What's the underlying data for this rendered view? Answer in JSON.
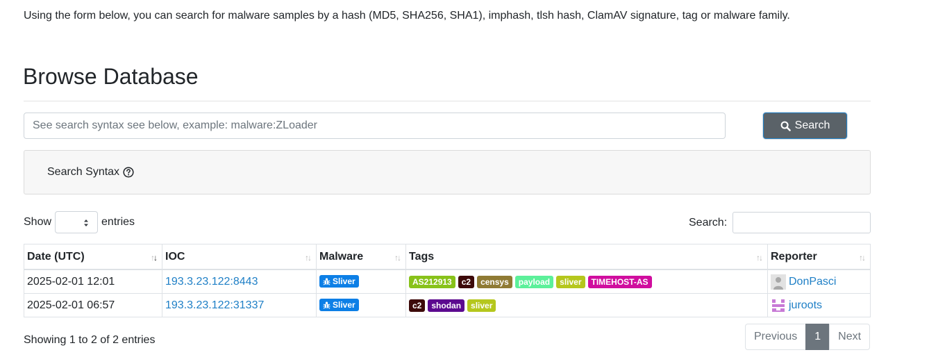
{
  "intro_text": "Using the form below, you can search for malware samples by a hash (MD5, SHA256, SHA1), imphash, tlsh hash, ClamAV signature, tag or malware family.",
  "heading": "Browse Database",
  "search": {
    "placeholder": "See search syntax see below, example: malware:ZLoader",
    "button_label": "Search"
  },
  "syntax_panel": {
    "label": "Search Syntax"
  },
  "length_control": {
    "prefix": "Show",
    "suffix": "entries",
    "selected": ""
  },
  "filter": {
    "label": "Search:",
    "value": ""
  },
  "table": {
    "columns": [
      "Date (UTC)",
      "IOC",
      "Malware",
      "Tags",
      "Reporter"
    ],
    "sorted_column": "Date (UTC)",
    "sort_direction": "descending",
    "rows": [
      {
        "date": "2025-02-01 12:01",
        "ioc": "193.3.23.122:8443",
        "malware": "Sliver",
        "tags": [
          {
            "text": "AS212913",
            "color": "#88c21a"
          },
          {
            "text": "c2",
            "color": "#3d0a0a"
          },
          {
            "text": "censys",
            "color": "#8f7a34"
          },
          {
            "text": "payload",
            "color": "#5cf09a"
          },
          {
            "text": "sliver",
            "color": "#b5c71d"
          },
          {
            "text": "TIMEHOST-AS",
            "color": "#d00d9e"
          }
        ],
        "reporter": "DonPasci",
        "reporter_avatar": "default-user-avatar"
      },
      {
        "date": "2025-02-01 06:57",
        "ioc": "193.3.23.122:31337",
        "malware": "Sliver",
        "tags": [
          {
            "text": "c2",
            "color": "#3d0a0a"
          },
          {
            "text": "shodan",
            "color": "#5c0a8f"
          },
          {
            "text": "sliver",
            "color": "#b5c71d"
          }
        ],
        "reporter": "juroots",
        "reporter_avatar": "pixel-identicon-avatar"
      }
    ]
  },
  "summary": "Showing 1 to 2 of 2 entries",
  "pagination": {
    "previous": "Previous",
    "current": "1",
    "next": "Next"
  },
  "colors": {
    "link": "#1e7fc6",
    "malware_badge": "#0d7fe6",
    "search_button": "#5a6268",
    "active_page": "#6c757d"
  }
}
